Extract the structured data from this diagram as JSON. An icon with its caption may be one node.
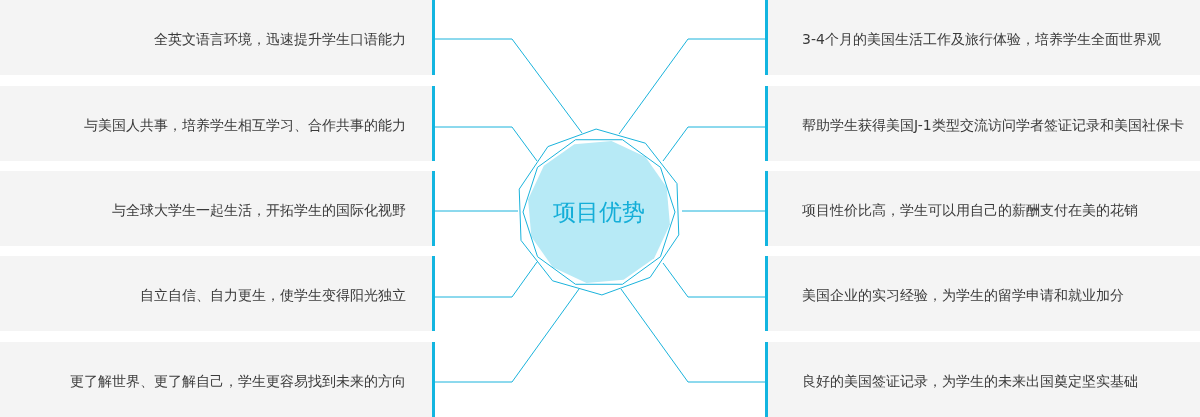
{
  "diagram": {
    "nodes": [
      {
        "text": [
          "全英文语言环境，迅速提升学生口语能力"
        ]
      },
      {
        "text": [
          "与美国人共事，培养学生相互学习、合作共事的能力"
        ]
      },
      {
        "text": [
          "与全球大学生一起生活，开拓学生的国际化视野"
        ]
      },
      {
        "text": [
          "自立自信、自力更生，使学生变得阳光独立"
        ]
      },
      {
        "text": [
          "更了解世界、更了解自己，学生更容易找到未来的方向"
        ]
      },
      {
        "text": [
          "项目优势"
        ]
      },
      {
        "text": [
          "3-4个月的美国生活工作及旅行体验，培养学生全面世界观"
        ]
      },
      {
        "text": [
          "帮助学生获得美国J-1类型交流访问学者签证记录和美国社保卡"
        ]
      },
      {
        "text": [
          "项目性价比高，学生可以用自己的薪酬支付在美的花销"
        ]
      },
      {
        "text": [
          "美国企业的实习经验，为学生的留学申请和就业加分"
        ]
      },
      {
        "text": [
          "良好的美国签证记录，为学生的未来出国奠定坚实基础"
        ]
      }
    ],
    "edges": [
      {
        "from": 5,
        "to": 0,
        "arrow": "none"
      },
      {
        "from": 5,
        "to": 1,
        "arrow": "none"
      },
      {
        "from": 5,
        "to": 2,
        "arrow": "none"
      },
      {
        "from": 5,
        "to": 3,
        "arrow": "none"
      },
      {
        "from": 5,
        "to": 4,
        "arrow": "none"
      },
      {
        "from": 5,
        "to": 6,
        "arrow": "none"
      },
      {
        "from": 5,
        "to": 7,
        "arrow": "none"
      },
      {
        "from": 5,
        "to": 8,
        "arrow": "none"
      },
      {
        "from": 5,
        "to": 9,
        "arrow": "none"
      },
      {
        "from": 5,
        "to": 10,
        "arrow": "none"
      }
    ]
  }
}
